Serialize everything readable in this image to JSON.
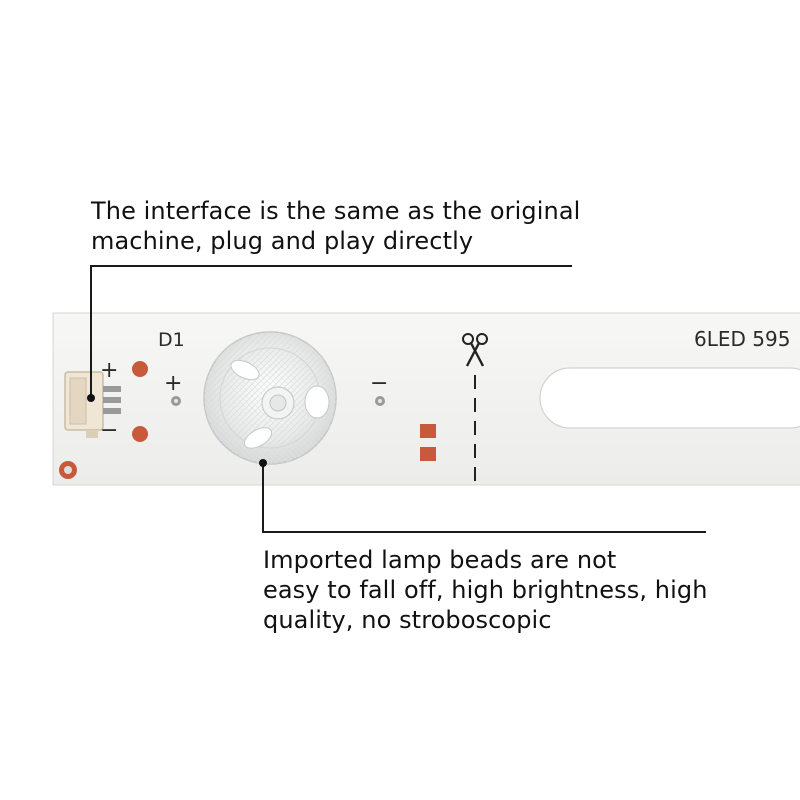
{
  "callouts": {
    "connector": {
      "line1": "The interface is the same as the original",
      "line2": "machine, plug and play directly"
    },
    "lamp": {
      "line1": "Imported lamp beads are not",
      "line2": "easy to fall off, high brightness, high",
      "line3": "quality, no stroboscopic"
    }
  },
  "board": {
    "designator": "D1",
    "plus": "+",
    "minus": "−",
    "model_text": "6LED 595"
  },
  "colors": {
    "board": "#f4f4f2",
    "copper_pad": "#c75a3a",
    "line": "#1a1a1a"
  }
}
